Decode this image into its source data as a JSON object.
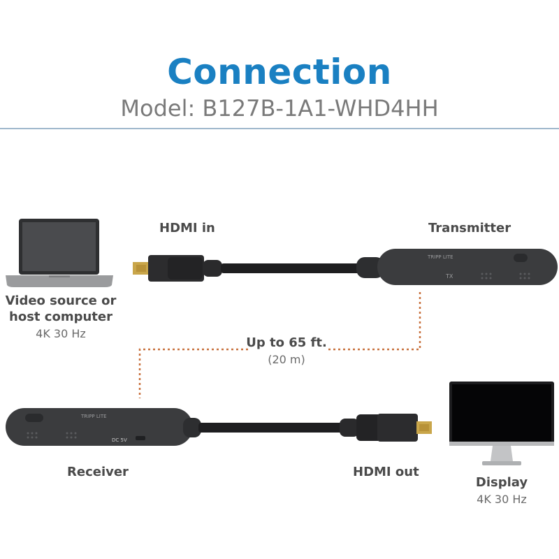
{
  "header": {
    "title": "Connection",
    "model": "Model: B127B-1A1-WHD4HH"
  },
  "labels": {
    "hdmi_in": "HDMI in",
    "transmitter": "Transmitter",
    "source_line1": "Video source or",
    "source_line2": "host computer",
    "source_spec": "4K 30 Hz",
    "distance": "Up to 65 ft.",
    "distance_metric": "(20 m)",
    "receiver": "Receiver",
    "hdmi_out": "HDMI out",
    "display": "Display",
    "display_spec": "4K 30 Hz"
  },
  "device_marks": {
    "brand": "TRIPP LITE",
    "dc_port": "DC 5V",
    "tx_tag": "TX"
  },
  "colors": {
    "title_blue": "#1a80c2",
    "dotted_line": "#c8703c",
    "device_body": "#3b3c3e",
    "connector_gold": "#c9a64a"
  }
}
